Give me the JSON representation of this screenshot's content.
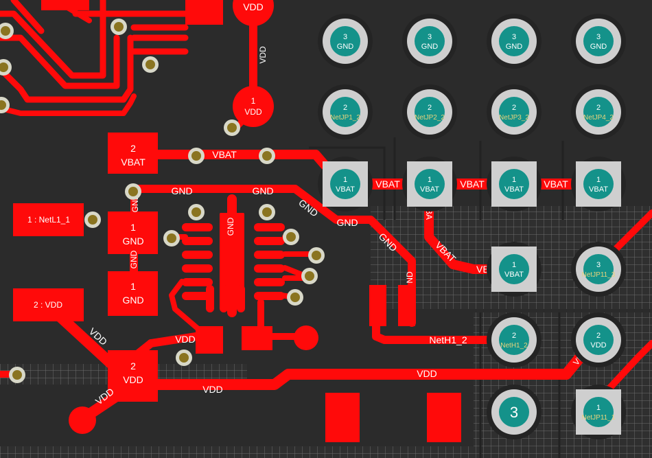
{
  "colors": {
    "board": "#2b2b2b",
    "copper": "#ff0a0a",
    "pad_ring": "#cfcfcf",
    "pad_center": "#14928a",
    "via_ring": "#d8d8c8",
    "via_center": "#8a7420",
    "hatch": "#6b6b6b"
  },
  "traces": {
    "vbat": "VBAT",
    "gnd": "GND",
    "vdd": "VDD",
    "neth1_2": "NetH1_2",
    "nd": "ND",
    "vba": "VBA"
  },
  "smd_pads": {
    "vbat_2": {
      "num": "2",
      "net": "VBAT"
    },
    "gnd_1a": {
      "num": "1",
      "net": "GND"
    },
    "gnd_1b": {
      "num": "1",
      "net": "GND"
    },
    "vdd_2": {
      "num": "2",
      "net": "VDD"
    },
    "vdd_1": {
      "num": "1",
      "net": "VDD"
    },
    "vdd_top": {
      "net": "VDD"
    },
    "netl1": {
      "label": "1 : NetL1_1"
    },
    "vdd_p2": {
      "label": "2 : VDD"
    },
    "gnd_vert": {
      "label": "GND"
    },
    "gnd_ic": {
      "label": "GND"
    }
  },
  "th_pads": {
    "row1": [
      {
        "num": "3",
        "net": "GND"
      },
      {
        "num": "3",
        "net": "GND"
      },
      {
        "num": "3",
        "net": "GND"
      },
      {
        "num": "3",
        "net": "GND"
      }
    ],
    "row2": [
      {
        "num": "2",
        "net": "NetJP1_2"
      },
      {
        "num": "2",
        "net": "NetJP2_2"
      },
      {
        "num": "2",
        "net": "NetJP3_2"
      },
      {
        "num": "2",
        "net": "NetJP4_2"
      }
    ],
    "row3": [
      {
        "num": "1",
        "net": "VBAT"
      },
      {
        "num": "1",
        "net": "VBAT"
      },
      {
        "num": "1",
        "net": "VBAT"
      },
      {
        "num": "1",
        "net": "VBAT"
      }
    ],
    "vbat_mid": {
      "num": "1",
      "net": "VBAT"
    },
    "netjp11_3": {
      "num": "3",
      "net": "NetJP11_3"
    },
    "neth1": {
      "num": "2",
      "net": "NetH1_2"
    },
    "vdd_th": {
      "num": "2",
      "net": "VDD"
    },
    "pad3": {
      "num": "3"
    },
    "netjp11_1": {
      "num": "1",
      "net": "NetJP11_1"
    }
  }
}
